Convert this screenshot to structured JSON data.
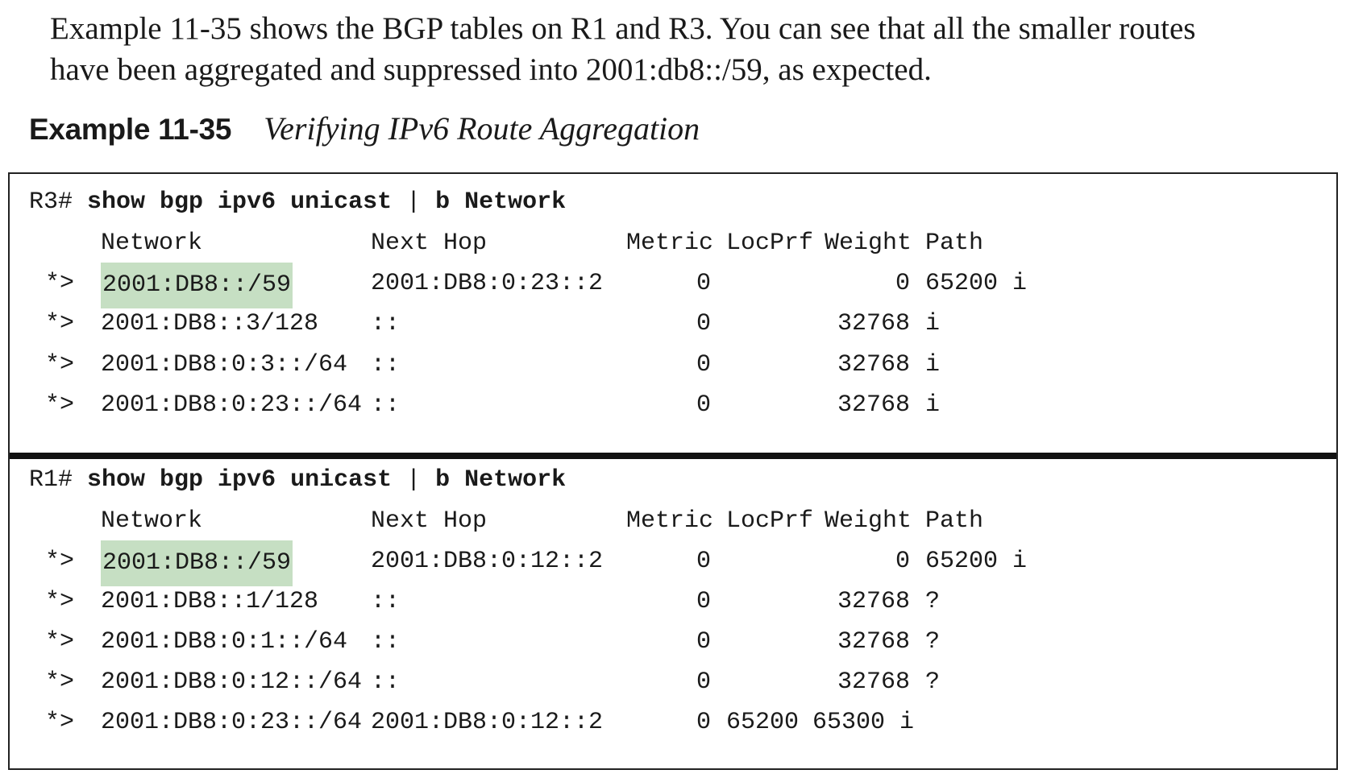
{
  "paragraph": {
    "line1": "Example 11-35 shows the BGP tables on R1 and R3. You can see that all the smaller routes",
    "line2": "have been aggregated and suppressed into 2001:db8::/59, as expected."
  },
  "example": {
    "label": "Example 11-35",
    "caption": "Verifying IPv6 Route Aggregation"
  },
  "highlight_color": "#c6dfc3",
  "sections": [
    {
      "prompt": "R3#",
      "command": "show bgp ipv6 unicast",
      "pipe": "|",
      "filter": "b Network",
      "headers": {
        "network": "Network",
        "nexthop": "Next Hop",
        "metric": "Metric",
        "locprf": "LocPrf",
        "weight": "Weight",
        "path": "Path"
      },
      "rows": [
        {
          "status": "*>",
          "network": "2001:DB8::/59",
          "nexthop": "2001:DB8:0:23::2",
          "metric": "0",
          "locprf": "",
          "weight": "0",
          "path": "65200 i",
          "highlight": true
        },
        {
          "status": "*>",
          "network": "2001:DB8::3/128",
          "nexthop": "::",
          "metric": "0",
          "locprf": "",
          "weight": "32768",
          "path": "i"
        },
        {
          "status": "*>",
          "network": "2001:DB8:0:3::/64",
          "nexthop": "::",
          "metric": "0",
          "locprf": "",
          "weight": "32768",
          "path": "i"
        },
        {
          "status": "*>",
          "network": "2001:DB8:0:23::/64",
          "nexthop": "::",
          "metric": "0",
          "locprf": "",
          "weight": "32768",
          "path": "i"
        }
      ]
    },
    {
      "prompt": "R1#",
      "command": "show bgp ipv6 unicast",
      "pipe": "|",
      "filter": "b Network",
      "headers": {
        "network": "Network",
        "nexthop": "Next Hop",
        "metric": "Metric",
        "locprf": "LocPrf",
        "weight": "Weight",
        "path": "Path"
      },
      "rows": [
        {
          "status": "*>",
          "network": "2001:DB8::/59",
          "nexthop": "2001:DB8:0:12::2",
          "metric": "0",
          "locprf": "",
          "weight": "0",
          "path": "65200 i",
          "highlight": true
        },
        {
          "status": "*>",
          "network": "2001:DB8::1/128",
          "nexthop": "::",
          "metric": "0",
          "locprf": "",
          "weight": "32768",
          "path": "?"
        },
        {
          "status": "*>",
          "network": "2001:DB8:0:1::/64",
          "nexthop": "::",
          "metric": "0",
          "locprf": "",
          "weight": "32768",
          "path": "?"
        },
        {
          "status": "*>",
          "network": "2001:DB8:0:12::/64",
          "nexthop": "::",
          "metric": "0",
          "locprf": "",
          "weight": "32768",
          "path": "?"
        },
        {
          "status": "*>",
          "network": "2001:DB8:0:23::/64",
          "nexthop": "2001:DB8:0:12::2",
          "metric": "0",
          "locprf": "65200",
          "weight": "",
          "path": "65300 i"
        }
      ]
    }
  ]
}
